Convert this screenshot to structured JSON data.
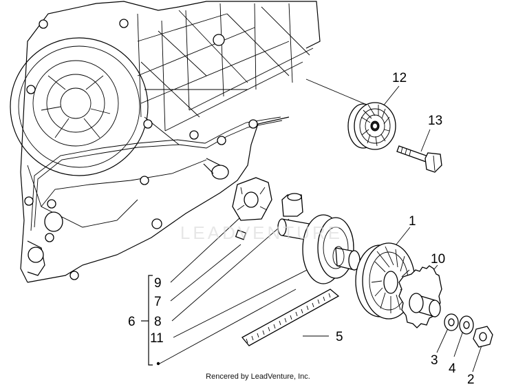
{
  "callouts": {
    "c1": "1",
    "c2": "2",
    "c3": "3",
    "c4": "4",
    "c5": "5",
    "c6": "6",
    "c7": "7",
    "c8": "8",
    "c9": "9",
    "c10": "10",
    "c11": "11",
    "c12": "12",
    "c13": "13"
  },
  "watermark": "LEADVENTURE",
  "footer": "Rencered by LeadVenture, Inc."
}
